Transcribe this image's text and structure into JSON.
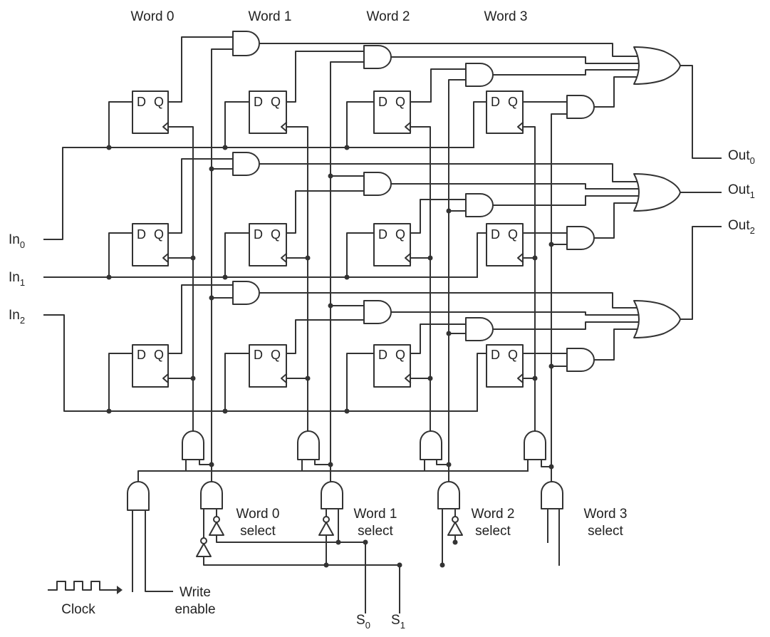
{
  "word_headers": [
    "Word 0",
    "Word 1",
    "Word 2",
    "Word 3"
  ],
  "inputs": [
    {
      "base": "In",
      "sub": "0"
    },
    {
      "base": "In",
      "sub": "1"
    },
    {
      "base": "In",
      "sub": "2"
    }
  ],
  "outputs": [
    {
      "base": "Out",
      "sub": "0"
    },
    {
      "base": "Out",
      "sub": "1"
    },
    {
      "base": "Out",
      "sub": "2"
    }
  ],
  "flipflop": {
    "d": "D",
    "q": "Q"
  },
  "selects": [
    {
      "line1": "Word 0",
      "line2": "select"
    },
    {
      "line1": "Word 1",
      "line2": "select"
    },
    {
      "line1": "Word 2",
      "line2": "select"
    },
    {
      "line1": "Word 3",
      "line2": "select"
    }
  ],
  "control": {
    "clock": "Clock",
    "write_line1": "Write",
    "write_line2": "enable",
    "s0_base": "S",
    "s0_sub": "0",
    "s1_base": "S",
    "s1_sub": "1"
  }
}
